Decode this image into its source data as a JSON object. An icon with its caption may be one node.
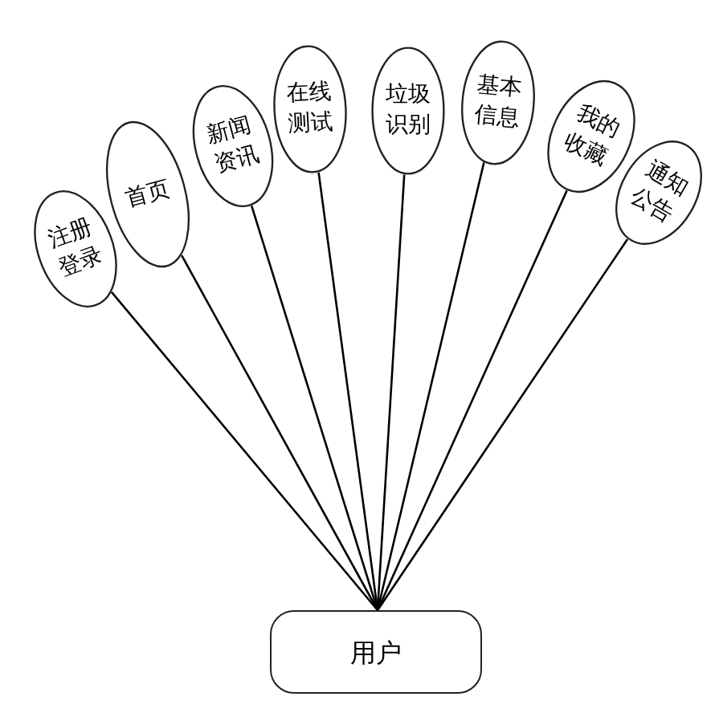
{
  "diagram": {
    "nodes": [
      {
        "text": [
          "注册登录"
        ]
      },
      {
        "text": [
          "首页"
        ]
      },
      {
        "text": [
          "新闻资讯"
        ]
      },
      {
        "text": [
          "在线测试"
        ]
      },
      {
        "text": [
          "垃圾识别"
        ]
      },
      {
        "text": [
          "基本信息"
        ]
      },
      {
        "text": [
          "我的收藏"
        ]
      },
      {
        "text": [
          "通知公告"
        ]
      },
      {
        "text": [
          "用户"
        ]
      }
    ],
    "edges": [
      {
        "from": 0,
        "to": 8,
        "arrow": "none"
      },
      {
        "from": 1,
        "to": 8,
        "arrow": "none"
      },
      {
        "from": 2,
        "to": 8,
        "arrow": "none"
      },
      {
        "from": 3,
        "to": 8,
        "arrow": "none"
      },
      {
        "from": 4,
        "to": 8,
        "arrow": "none"
      },
      {
        "from": 5,
        "to": 8,
        "arrow": "none"
      },
      {
        "from": 6,
        "to": 8,
        "arrow": "none"
      },
      {
        "from": 7,
        "to": 8,
        "arrow": "none"
      }
    ]
  }
}
